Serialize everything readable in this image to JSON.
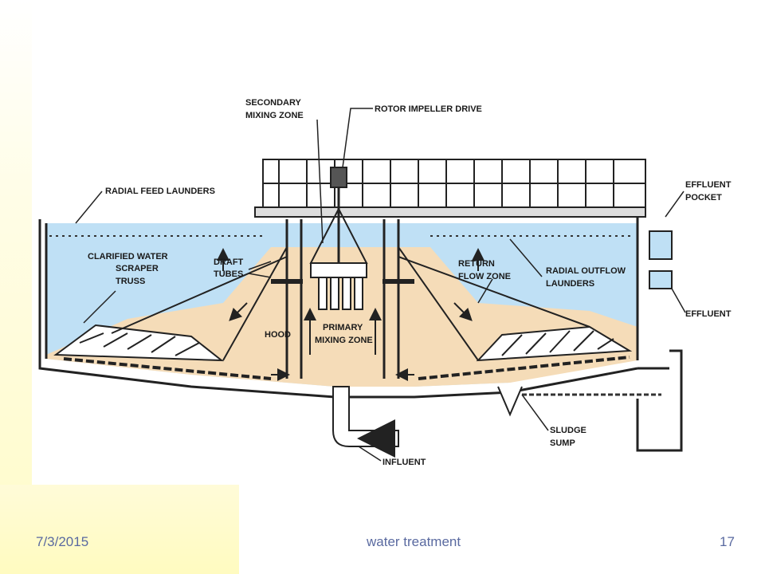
{
  "diagram": {
    "labels": {
      "secondary_mixing_zone": [
        "SECONDARY",
        "MIXING ZONE"
      ],
      "rotor_impeller_drive": "ROTOR IMPELLER DRIVE",
      "radial_feed_launders": "RADIAL FEED LAUNDERS",
      "effluent_pocket": [
        "EFFLUENT",
        "POCKET"
      ],
      "clarified_water": "CLARIFIED WATER",
      "draft_tubes": [
        "DRAFT",
        "TUBES"
      ],
      "return_flow_zone": [
        "RETURN",
        "FLOW ZONE"
      ],
      "radial_outflow_launders": [
        "RADIAL OUTFLOW",
        "LAUNDERS"
      ],
      "scraper_truss": [
        "SCRAPER",
        "TRUSS"
      ],
      "effluent": "EFFLUENT",
      "hood": "HOOD",
      "primary_mixing_zone": [
        "PRIMARY",
        "MIXING ZONE"
      ],
      "sludge_sump": [
        "SLUDGE",
        "SUMP"
      ],
      "influent": "INFLUENT"
    },
    "colors": {
      "water": "#bfe0f5",
      "sludge": "#f5dcb8",
      "outline": "#222222",
      "background": "#ffffff"
    }
  },
  "footer": {
    "date": "7/3/2015",
    "title": "water treatment",
    "page_number": "17"
  }
}
